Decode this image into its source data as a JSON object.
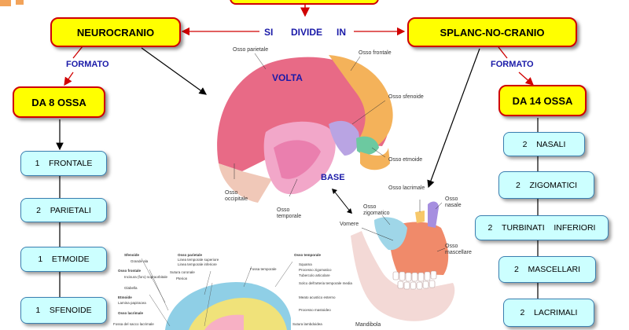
{
  "top": {
    "left_box": "NEUROCRANIO",
    "right_box": "SPLANC-NO-CRANIO",
    "connector_words": [
      "SI",
      "DIVIDE",
      "IN"
    ]
  },
  "left_branch": {
    "formato_label": "FORMATO",
    "count_box": "DA 8 OSSA",
    "items": [
      {
        "num": "1",
        "name": "FRONTALE"
      },
      {
        "num": "2",
        "name": "PARIETALI"
      },
      {
        "num": "1",
        "name": "ETMOIDE"
      },
      {
        "num": "1",
        "name": "SFENOIDE"
      }
    ]
  },
  "right_branch": {
    "formato_label": "FORMATO",
    "count_box": "DA 14 OSSA",
    "items": [
      {
        "num": "2",
        "name": "NASALI"
      },
      {
        "num": "2",
        "name": "ZIGOMATICI"
      },
      {
        "num": "2",
        "name": "TURBINATI    INFERIORI"
      },
      {
        "num": "2",
        "name": "MASCELLARI"
      },
      {
        "num": "2",
        "name": "LACRIMALI"
      }
    ]
  },
  "skull_labels": {
    "volta": "VOLTA",
    "base": "BASE",
    "osso_parietale": "Osso parietale",
    "osso_frontale": "Osso frontale",
    "osso_sfenoide": "Osso sfenoide",
    "osso_etmoide": "Osso etmoide",
    "osso_occipitale": "Osso\noccipitale",
    "osso_temporale": "Osso\ntemporale"
  },
  "face_labels": {
    "osso_lacrimale": "Osso lacrimale",
    "osso_nasale": "Osso\nnasale",
    "osso_zigomatico": "Osso\nzigomatico",
    "vomere": "Vomere",
    "osso_mascellare": "Osso\nmascellare",
    "mandibola": "Mandibola"
  },
  "lower_figure": {
    "left_col": [
      "Sfenoide",
      "Grande ala",
      "Osso frontale",
      "Incisura (foro) sopraorbitale",
      "Glabella",
      "Etmoide",
      "Lamina papiracea",
      "Osso lacrimale",
      "Fossa del sacco lacrimale"
    ],
    "mid_col": [
      "Osso parietale",
      "Linea temporale superiore",
      "Linea temporale inferiore",
      "Sutura coronale",
      "Pterion"
    ],
    "fossa": "Fossa temporale",
    "right_col": [
      "Osso temporale",
      "Squama",
      "Processo zigomatico",
      "Tubercolo articolare",
      "Solco dell'arteria temporale media",
      "Meato acustico esterno",
      "Processo mastoideo",
      "Sutura lambdoidea"
    ]
  },
  "colors": {
    "yellow": "#ffff00",
    "red_border": "#d00000",
    "cyan": "#ccffff",
    "blue_text": "#1a1aa8"
  }
}
